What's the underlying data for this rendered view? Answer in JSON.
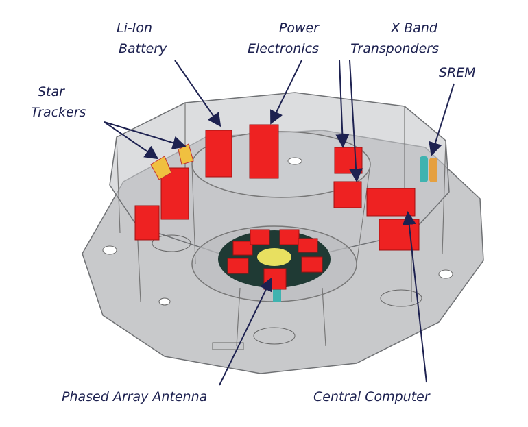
{
  "labels": {
    "li_ion_1": "Li-Ion",
    "li_ion_2": "Battery",
    "power_1": "Power",
    "power_2": "Electronics",
    "xband_1": "X Band",
    "xband_2": "Transponders",
    "srem": "SREM",
    "star_1": "Star",
    "star_2": "Trackers",
    "phased": "Phased Array Antenna",
    "computer": "Central Computer"
  },
  "colors": {
    "label": "#1d2150",
    "component": "#ee2222",
    "structure": "#a9abae",
    "antenna_disc": "#1f3a34",
    "yellow": "#e8e060",
    "teal": "#3fb3b0",
    "orange": "#e5a040"
  }
}
